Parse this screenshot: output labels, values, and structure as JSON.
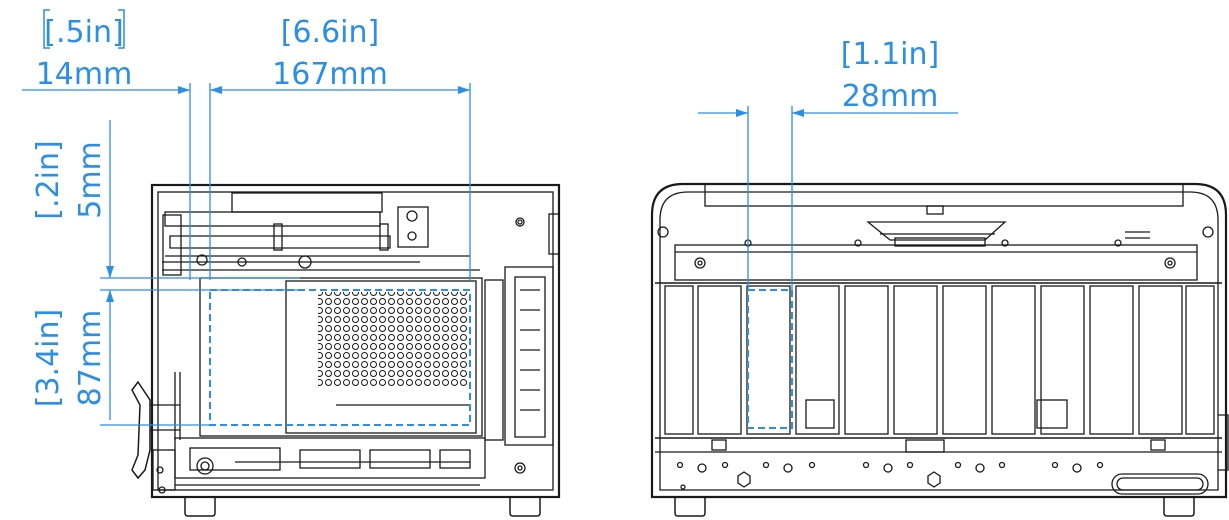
{
  "colors": {
    "dimension": "#2b8fe6",
    "outline": "#1a1a1a",
    "background": "#ffffff"
  },
  "dimensions": {
    "left_gap": {
      "in": "[.5in]",
      "mm": "14mm"
    },
    "width": {
      "in": "[6.6in]",
      "mm": "167mm"
    },
    "slot_width": {
      "in": "[1.1in]",
      "mm": "28mm"
    },
    "top_gap": {
      "in": "[.2in]",
      "mm": "5mm"
    },
    "height": {
      "in": "[3.4in]",
      "mm": "87mm"
    }
  }
}
